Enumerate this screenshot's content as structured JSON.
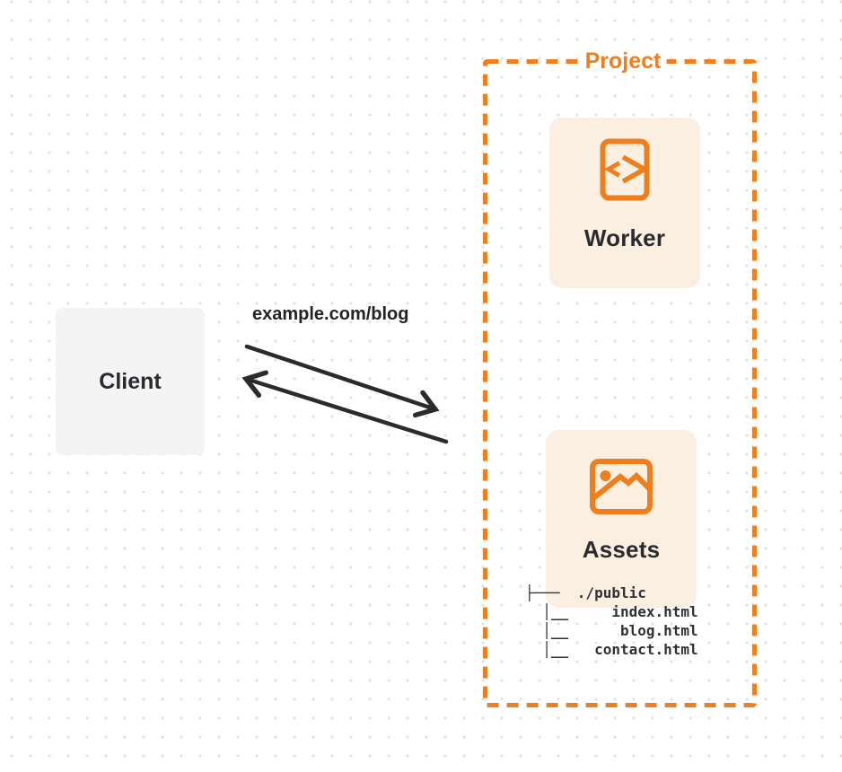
{
  "project": {
    "label": "Project",
    "worker_label": "Worker",
    "assets_label": "Assets",
    "file_tree_text": "├───  ./public\n  │__     index.html\n  │__      blog.html\n  │__   contact.html",
    "file_tree": {
      "root": "./public",
      "files": [
        "index.html",
        "blog.html",
        "contact.html"
      ]
    }
  },
  "client": {
    "label": "Client"
  },
  "request": {
    "url_label": "example.com/blog"
  },
  "icons": {
    "worker": "code-icon",
    "assets": "image-icon"
  },
  "colors": {
    "accent_orange": "#ef7f1e",
    "card_background": "#fbefe1",
    "client_background": "#f4f4f5",
    "ink": "#2a2b2e",
    "arrow": "#2b2b2b",
    "dot_grid": "#e2e2e3"
  }
}
